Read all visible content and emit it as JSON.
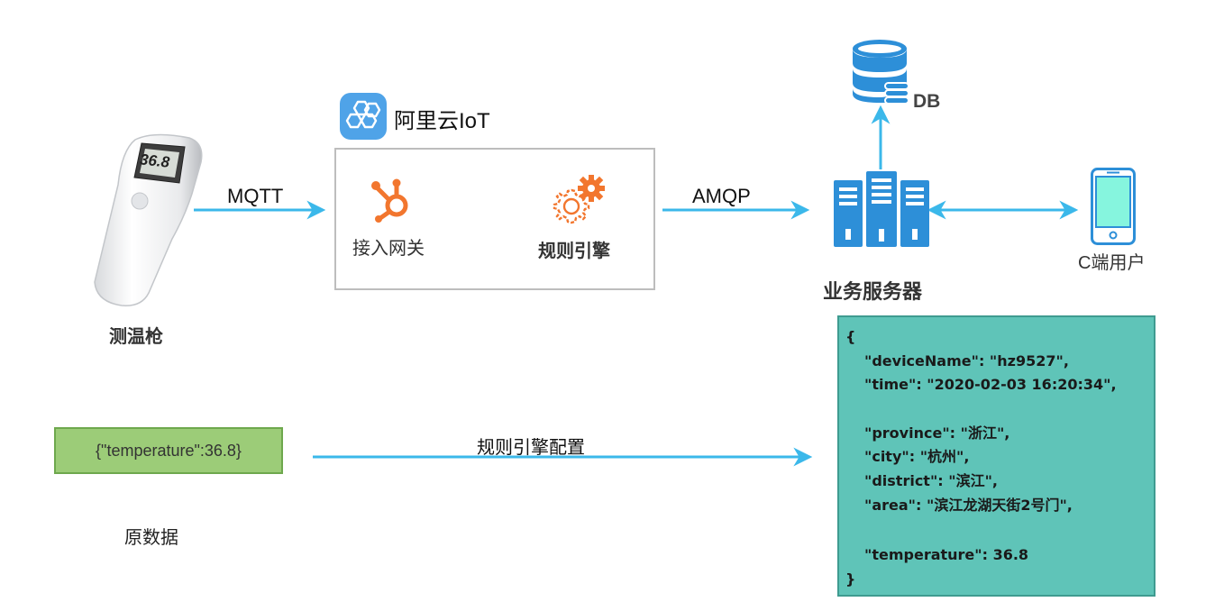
{
  "thermometer": {
    "label": "测温枪",
    "display": "36.8"
  },
  "edges": {
    "mqtt": "MQTT",
    "amqp": "AMQP",
    "rule_config": "规则引擎配置"
  },
  "iot": {
    "title": "阿里云IoT",
    "gateway_label": "接入网关",
    "rule_engine_label": "规则引擎"
  },
  "db": {
    "label": "DB"
  },
  "server": {
    "label": "业务服务器"
  },
  "client": {
    "label": "C端用户"
  },
  "raw": {
    "payload": "{\"temperature\":36.8}",
    "label": "原数据"
  },
  "json_output": {
    "open": "{",
    "device_name": "\"deviceName\": \"hz9527\",",
    "time": "\"time\": \"2020-02-03 16:20:34\",",
    "province": "\"province\": \"浙江\",",
    "city": "\"city\": \"杭州\",",
    "district": "\"district\": \"滨江\",",
    "area": "\"area\": \"滨江龙湖天街2号门\",",
    "temperature": "\"temperature\": 36.8",
    "close": "}"
  },
  "colors": {
    "arrow": "#3bb8ea",
    "icon_blue": "#2d8fd8",
    "hubspot_orange": "#f2762e",
    "raw_green": "#9ccc78",
    "json_teal": "#5fc4b8",
    "phone_screen": "#86f5de"
  }
}
